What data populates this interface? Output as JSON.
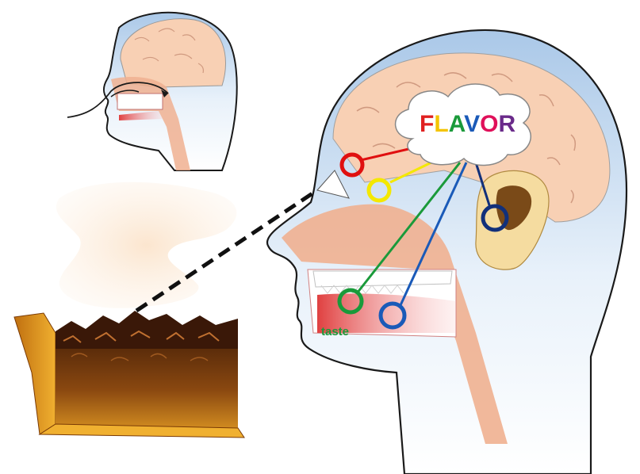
{
  "diagram": {
    "flavor_letters": [
      {
        "char": "F",
        "color": "#e02020"
      },
      {
        "char": "L",
        "color": "#f4c400"
      },
      {
        "char": "A",
        "color": "#1a9a3a"
      },
      {
        "char": "V",
        "color": "#1a5ab8"
      },
      {
        "char": "O",
        "color": "#e0105a"
      },
      {
        "char": "R",
        "color": "#6a2a8a"
      }
    ],
    "taste_label": "taste",
    "sensor_colors": {
      "smell_receptor": "#e01010",
      "vision": "#f4e800",
      "hearing": "#12307a",
      "taste": "#1a9a3a",
      "texture": "#1a5ab8"
    },
    "icons": [
      "pie-icon",
      "steam-icon",
      "head-small-icon",
      "head-large-icon",
      "brain-icon",
      "ear-icon",
      "flavor-cloud-icon"
    ]
  }
}
